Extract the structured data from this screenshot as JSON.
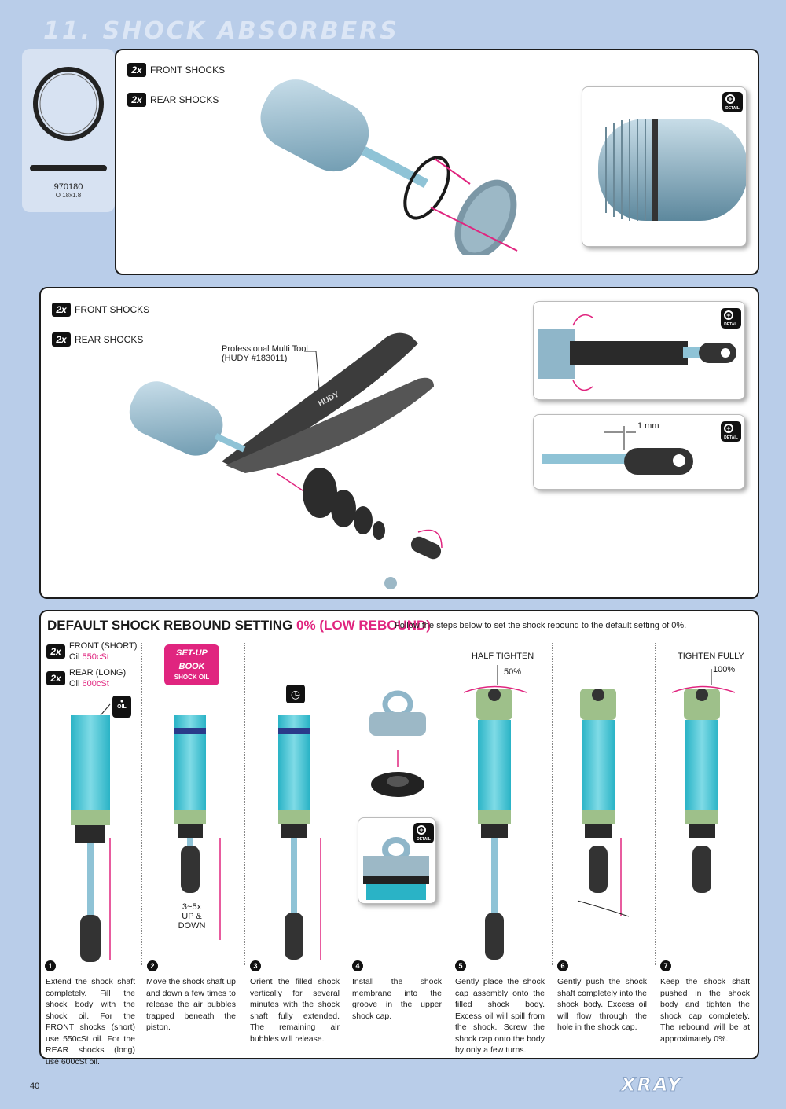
{
  "page": {
    "title": "11. SHOCK ABSORBERS",
    "page_number": "40",
    "logo": "XRAY"
  },
  "part": {
    "number": "970180",
    "description": "O 18x1.8"
  },
  "panel1": {
    "qty": [
      {
        "badge": "2x",
        "label": "FRONT SHOCKS"
      },
      {
        "badge": "2x",
        "label": "REAR SHOCKS"
      }
    ],
    "detail_label": "DETAIL"
  },
  "panel2": {
    "qty": [
      {
        "badge": "2x",
        "label": "FRONT SHOCKS"
      },
      {
        "badge": "2x",
        "label": "REAR SHOCKS"
      }
    ],
    "tool_label_line1": "Professional Multi Tool",
    "tool_label_line2": "(HUDY #183011)",
    "tool_brand": "HUDY",
    "dimension": "1 mm",
    "detail_label": "DETAIL"
  },
  "panel3": {
    "heading_main": "DEFAULT SHOCK REBOUND SETTING ",
    "heading_highlight": "0% (LOW  REBOUND)",
    "heading_note": "Follow the steps below to set the shock rebound to the default setting of 0%.",
    "qty_front_badge": "2x",
    "qty_front_label": "FRONT (SHORT)",
    "qty_front_oil_prefix": "Oil ",
    "qty_front_oil": "550cSt",
    "qty_rear_badge": "2x",
    "qty_rear_label": "REAR (LONG)",
    "qty_rear_oil_prefix": "Oil ",
    "qty_rear_oil": "600cSt",
    "oil_icon_label": "OIL",
    "setup_line1": "SET-UP",
    "setup_line2": "BOOK",
    "setup_line3": "SHOCK OIL",
    "updown_line1": "3~5x",
    "updown_line2": "UP & DOWN",
    "half_tighten": "HALF TIGHTEN",
    "half_pct": "50%",
    "tighten_fully": "TIGHTEN FULLY",
    "full_pct": "100%",
    "detail_label": "DETAIL",
    "steps": [
      {
        "num": "1",
        "text": "Extend the shock shaft completely. Fill the shock body with the shock oil. For the FRONT shocks (short) use 550cSt oil. For the REAR shocks (long) use 600cSt oil."
      },
      {
        "num": "2",
        "text": "Move the shock shaft up and down a few times to release the air bubbles trapped beneath the piston."
      },
      {
        "num": "3",
        "text": "Orient the filled shock vertically for several minutes with the shock shaft fully extended. The remaining air bubbles will release."
      },
      {
        "num": "4",
        "text": "Install the shock membrane into the groove in the upper shock cap."
      },
      {
        "num": "5",
        "text": "Gently place the shock cap assembly onto the filled shock body. Excess oil will spill from the shock. Screw the shock cap onto the body by only a few turns."
      },
      {
        "num": "6",
        "text": "Gently push the shock shaft completely into the shock body. Excess oil will flow through the hole in the shock cap."
      },
      {
        "num": "7",
        "text": "Keep the shock shaft pushed in the shock body and tighten the shock cap completely. The rebound will be at approximately 0%."
      }
    ]
  },
  "colors": {
    "background": "#b9cde9",
    "accent": "#e0257f",
    "shock_body": "#8fb6c9",
    "oil": "#49c6d6"
  }
}
